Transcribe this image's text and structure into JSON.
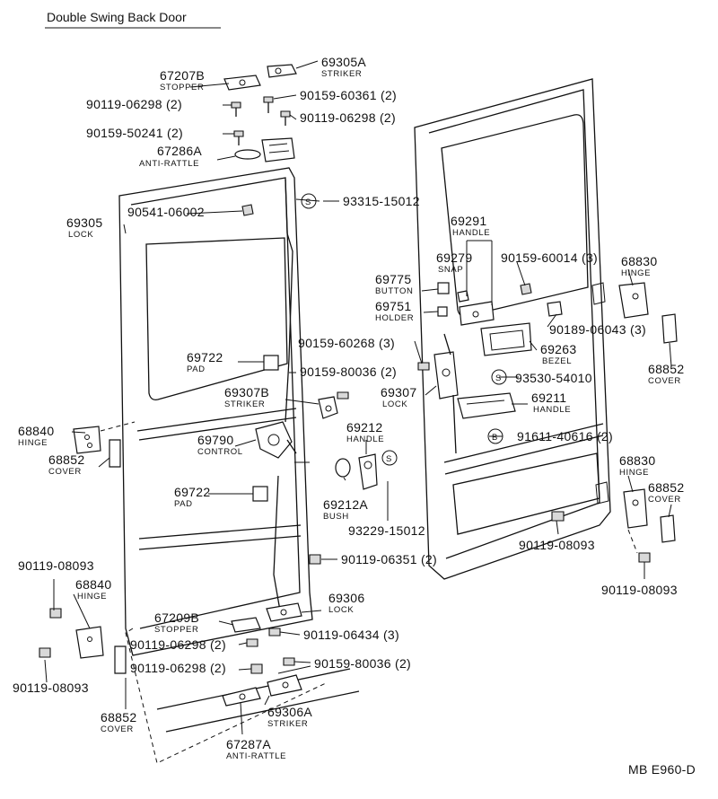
{
  "title": "Double Swing Back Door",
  "figure_code": "MB E960-D",
  "symbols": {
    "s": "S",
    "b": "B"
  },
  "labels": {
    "p67207B": "67207B",
    "l67207B": "STOPPER",
    "p69305A": "69305A",
    "l69305A": "STRIKER",
    "p90119_06298_top": "90119-06298 (2)",
    "p90159_60361": "90159-60361 (2)",
    "p90119_06298_right": "90119-06298 (2)",
    "p90159_50241": "90159-50241 (2)",
    "p67286A": "67286A",
    "l67286A": "ANTI-RATTLE",
    "p90541_06002": "90541-06002",
    "p93315_15012": "93315-15012",
    "p69305": "69305",
    "l69305": "LOCK",
    "p69291": "69291",
    "l69291": "HANDLE",
    "p69279": "69279",
    "l69279": "SNAP",
    "p90159_60014": "90159-60014 (3)",
    "p68830_top": "68830",
    "l68830_top": "HINGE",
    "p69775": "69775",
    "l69775": "BUTTON",
    "p69751": "69751",
    "l69751": "HOLDER",
    "p90189_06043": "90189-06043 (3)",
    "p90159_60268": "90159-60268 (3)",
    "p69263": "69263",
    "l69263": "BEZEL",
    "p69722_top": "69722",
    "l69722_top": "PAD",
    "p90159_80036_mid": "90159-80036 (2)",
    "p93530_54010": "93530-54010",
    "p68852_top": "68852",
    "l68852_top": "COVER",
    "p69307B": "69307B",
    "l69307B": "STRIKER",
    "p69307": "69307",
    "l69307": "LOCK",
    "p69211": "69211",
    "l69211": "HANDLE",
    "p68840_top": "68840",
    "l68840_top": "HINGE",
    "p69212": "69212",
    "l69212": "HANDLE",
    "p91611_40616": "91611-40616 (2)",
    "p68852_left": "68852",
    "l68852_left": "COVER",
    "p69790": "69790",
    "l69790": "CONTROL",
    "p68830_bot": "68830",
    "l68830_bot": "HINGE",
    "p68852_right": "68852",
    "l68852_right": "COVER",
    "p69722_bot": "69722",
    "l69722_bot": "PAD",
    "p69212A": "69212A",
    "l69212A": "BUSH",
    "p93229_15012": "93229-15012",
    "p90119_08093_mid": "90119-08093",
    "p90119_08093_left_top": "90119-08093",
    "p90119_06351": "90119-06351 (2)",
    "p90119_08093_right": "90119-08093",
    "p68840_bot": "68840",
    "l68840_bot": "HINGE",
    "p69306": "69306",
    "l69306": "LOCK",
    "p67209B": "67209B",
    "l67209B": "STOPPER",
    "p90119_06434": "90119-06434 (3)",
    "p90119_06298_a": "90119-06298 (2)",
    "p90119_08093_left_bot": "90119-08093",
    "p90119_06298_b": "90119-06298 (2)",
    "p90159_80036_bot": "90159-80036 (2)",
    "p68852_bot": "68852",
    "l68852_bot": "COVER",
    "p69306A": "69306A",
    "l69306A": "STRIKER",
    "p67287A": "67287A",
    "l67287A": "ANTI-RATTLE"
  }
}
